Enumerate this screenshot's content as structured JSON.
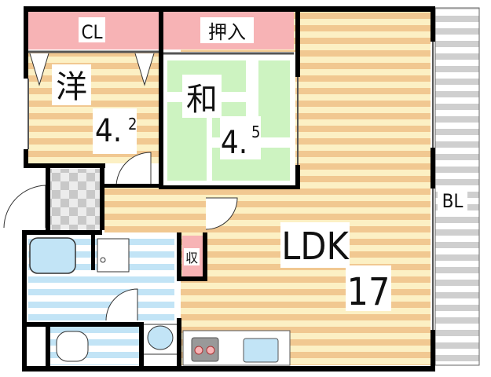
{
  "rooms": {
    "closet": {
      "label": "CL"
    },
    "oshiire": {
      "label": "押入"
    },
    "western": {
      "label": "洋",
      "size_main": "4.",
      "size_sup": "2"
    },
    "japanese": {
      "label": "和",
      "size_main": "4.",
      "size_sup": "5"
    },
    "ldk": {
      "label": "LDK",
      "size": "17"
    },
    "storage": {
      "label": "収"
    },
    "balcony": {
      "label": "BL"
    }
  },
  "colors": {
    "wood_stripe": "#f1c891",
    "wood_light": "#fcf0c4",
    "storage_pink": "#f7b3b5",
    "tatami_green": "#cdf3c1",
    "wet_blue": "#c2e4f6",
    "balcony_gray": "#cfcfcf",
    "wall": "#000000"
  }
}
